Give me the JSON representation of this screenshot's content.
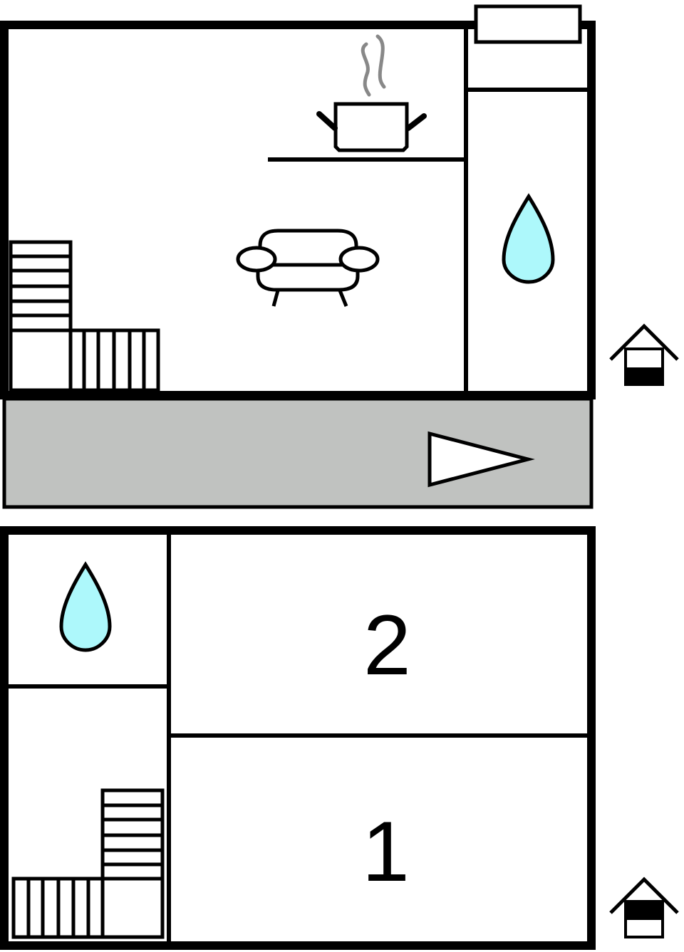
{
  "diagram": {
    "type": "floor-plan",
    "colors": {
      "wall": "#000000",
      "terrace": "#c0c2c0",
      "water": "#adf8fb",
      "steam": "#888888",
      "background": "#ffffff"
    },
    "floors": [
      {
        "name": "upper-floor",
        "rooms": [
          {
            "name": "kitchen-living",
            "icons": [
              "cooking-pot-icon",
              "sofa-icon",
              "staircase-icon"
            ]
          },
          {
            "name": "bathroom",
            "icons": [
              "water-drop-icon",
              "window-icon"
            ]
          },
          {
            "name": "terrace",
            "icons": [
              "entrance-arrow-icon"
            ]
          }
        ],
        "level_indicator": "house-upper-level-icon"
      },
      {
        "name": "lower-floor",
        "rooms": [
          {
            "name": "bathroom",
            "icons": [
              "water-drop-icon"
            ]
          },
          {
            "name": "hallway",
            "icons": [
              "staircase-icon"
            ]
          },
          {
            "name": "bedroom-2",
            "label": "2"
          },
          {
            "name": "bedroom-1",
            "label": "1"
          }
        ],
        "level_indicator": "house-lower-level-icon"
      }
    ],
    "bedroom_labels": {
      "bedroom_2": "2",
      "bedroom_1": "1"
    }
  }
}
